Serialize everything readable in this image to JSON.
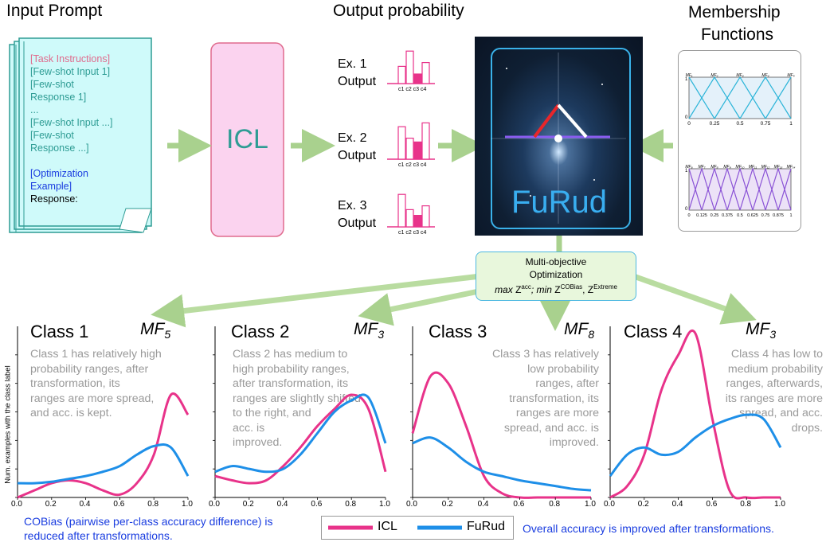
{
  "headers": {
    "input_prompt": "Input Prompt",
    "output_probability": "Output probability",
    "membership_1": "Membership",
    "membership_2": "Functions"
  },
  "prompt_lines": [
    {
      "text": "[Task Instructions]",
      "color": "#e06b8d"
    },
    {
      "text": "[Few-shot Input 1]",
      "color": "#2e9c94"
    },
    {
      "text": "[Few-shot",
      "color": "#2e9c94"
    },
    {
      "text": "Response 1]",
      "color": "#2e9c94"
    },
    {
      "text": "...",
      "color": "#2e9c94"
    },
    {
      "text": "[Few-shot Input ...]",
      "color": "#2e9c94"
    },
    {
      "text": "[Few-shot",
      "color": "#2e9c94"
    },
    {
      "text": "Response ...]",
      "color": "#2e9c94"
    },
    {
      "text": "",
      "color": "#000"
    },
    {
      "text": "[Optimization",
      "color": "#1a3de0"
    },
    {
      "text": "Example]",
      "color": "#1a3de0"
    },
    {
      "text": "Response:",
      "color": "#000000"
    }
  ],
  "icl_label": "ICL",
  "examples": [
    {
      "ex": "Ex. 1",
      "out": "Output",
      "bars": [
        0.45,
        0.85,
        0.25,
        0.55
      ],
      "filled": 2
    },
    {
      "ex": "Ex. 2",
      "out": "Output",
      "bars": [
        0.85,
        0.55,
        0.45,
        0.95
      ],
      "filled": 2
    },
    {
      "ex": "Ex. 3",
      "out": "Output",
      "bars": [
        0.85,
        0.45,
        0.3,
        0.55
      ],
      "filled": 2
    }
  ],
  "bar_ticks": "c1 c2 c3 c4",
  "furud_label": "FuRud",
  "mf_top": {
    "labels": [
      "MF₁",
      "MF₂",
      "MF₃",
      "MF₄",
      "MF₅"
    ],
    "yticks": [
      "1",
      "0"
    ],
    "xticks": [
      "0",
      "0.25",
      "0.5",
      "0.75",
      "1"
    ]
  },
  "mf_bottom": {
    "labels": [
      "MF₆",
      "MF₇",
      "MF₈",
      "MF₉",
      "MF₁₀",
      "MF₁₁",
      "MF₁₂",
      "MF₁₃",
      "MF₁₄"
    ],
    "yticks": [
      "1",
      "0"
    ],
    "xticks": [
      "0",
      "0.125",
      "0.25",
      "0.375",
      "0.5",
      "0.625",
      "0.75",
      "0.875",
      "1"
    ]
  },
  "multi_objective": {
    "line1": "Multi-objective",
    "line2": "Optimization",
    "max": "max",
    "acc": "Z",
    "acc_sup": "acc",
    "min": "; min",
    "cobias": "Z",
    "cobias_sup": "COBias",
    "sep": ", Z",
    "extreme_sup": "Extreme"
  },
  "y_axis_label": "Num. examples with the class label",
  "classes": [
    {
      "title": "Class 1",
      "mf": "MF",
      "mf_sub": "5",
      "desc": [
        "Class 1 has relatively high",
        "probability ranges, after",
        "transformation, its",
        "ranges are more spread,",
        "and acc. is kept."
      ]
    },
    {
      "title": "Class 2",
      "mf": "MF",
      "mf_sub": "3",
      "desc": [
        "Class 2 has medium to",
        "high probability ranges,",
        "after transformation, its",
        "ranges are slightly shifted",
        "to the right, and",
        "acc. is",
        "improved."
      ]
    },
    {
      "title": "Class 3",
      "mf": "MF",
      "mf_sub": "8",
      "desc": [
        "Class 3 has relatively",
        "low probability",
        "ranges, after",
        "transformation, its",
        "ranges are more",
        "spread, and acc. is",
        "improved."
      ]
    },
    {
      "title": "Class 4",
      "mf": "MF",
      "mf_sub": "3",
      "desc": [
        "Class 4 has low to",
        "medium probability",
        "ranges, afterwards,",
        "its ranges are more",
        "spread, and acc.",
        "drops."
      ]
    }
  ],
  "x_ticks": [
    "0.0",
    "0.2",
    "0.4",
    "0.6",
    "0.8",
    "1.0"
  ],
  "chart_data": {
    "type": "line",
    "series_names": [
      "ICL",
      "FuRud"
    ],
    "colors": {
      "ICL": "#e8338a",
      "FuRud": "#1e8fe8"
    },
    "panels": [
      {
        "name": "Class 1",
        "x": [
          0,
          0.1,
          0.2,
          0.3,
          0.4,
          0.5,
          0.6,
          0.7,
          0.8,
          0.9,
          1.0
        ],
        "ICL": [
          0.0,
          0.05,
          0.1,
          0.12,
          0.1,
          0.05,
          0.02,
          0.1,
          0.3,
          0.72,
          0.58
        ],
        "FuRud": [
          0.1,
          0.1,
          0.11,
          0.13,
          0.15,
          0.18,
          0.22,
          0.3,
          0.36,
          0.35,
          0.15
        ]
      },
      {
        "name": "Class 2",
        "x": [
          0,
          0.1,
          0.2,
          0.3,
          0.4,
          0.5,
          0.6,
          0.7,
          0.8,
          0.9,
          1.0
        ],
        "ICL": [
          0.15,
          0.12,
          0.1,
          0.12,
          0.22,
          0.35,
          0.5,
          0.62,
          0.72,
          0.62,
          0.18
        ],
        "FuRud": [
          0.18,
          0.22,
          0.2,
          0.18,
          0.2,
          0.3,
          0.45,
          0.6,
          0.68,
          0.7,
          0.38
        ]
      },
      {
        "name": "Class 3",
        "x": [
          0,
          0.1,
          0.2,
          0.3,
          0.4,
          0.5,
          0.6,
          0.7,
          0.8,
          0.9,
          1.0
        ],
        "ICL": [
          0.45,
          0.85,
          0.8,
          0.5,
          0.15,
          0.03,
          0.0,
          0.0,
          0.0,
          0.0,
          0.0
        ],
        "FuRud": [
          0.38,
          0.42,
          0.35,
          0.25,
          0.18,
          0.15,
          0.12,
          0.1,
          0.08,
          0.06,
          0.05
        ]
      },
      {
        "name": "Class 4",
        "x": [
          0,
          0.1,
          0.2,
          0.3,
          0.4,
          0.5,
          0.6,
          0.7,
          0.8,
          0.9,
          1.0
        ],
        "ICL": [
          0.0,
          0.08,
          0.3,
          0.75,
          1.0,
          1.15,
          0.55,
          0.05,
          0.0,
          0.0,
          0.0
        ],
        "FuRud": [
          0.15,
          0.3,
          0.35,
          0.3,
          0.32,
          0.42,
          0.5,
          0.55,
          0.58,
          0.55,
          0.35
        ]
      }
    ],
    "xlim": [
      0,
      1
    ]
  },
  "legend": {
    "icl": "ICL",
    "furud": "FuRud"
  },
  "notes": {
    "cobias_1": "COBias (pairwise per-class accuracy difference) is",
    "cobias_2": "reduced after transformations.",
    "overall": "Overall accuracy is improved after transformations."
  }
}
